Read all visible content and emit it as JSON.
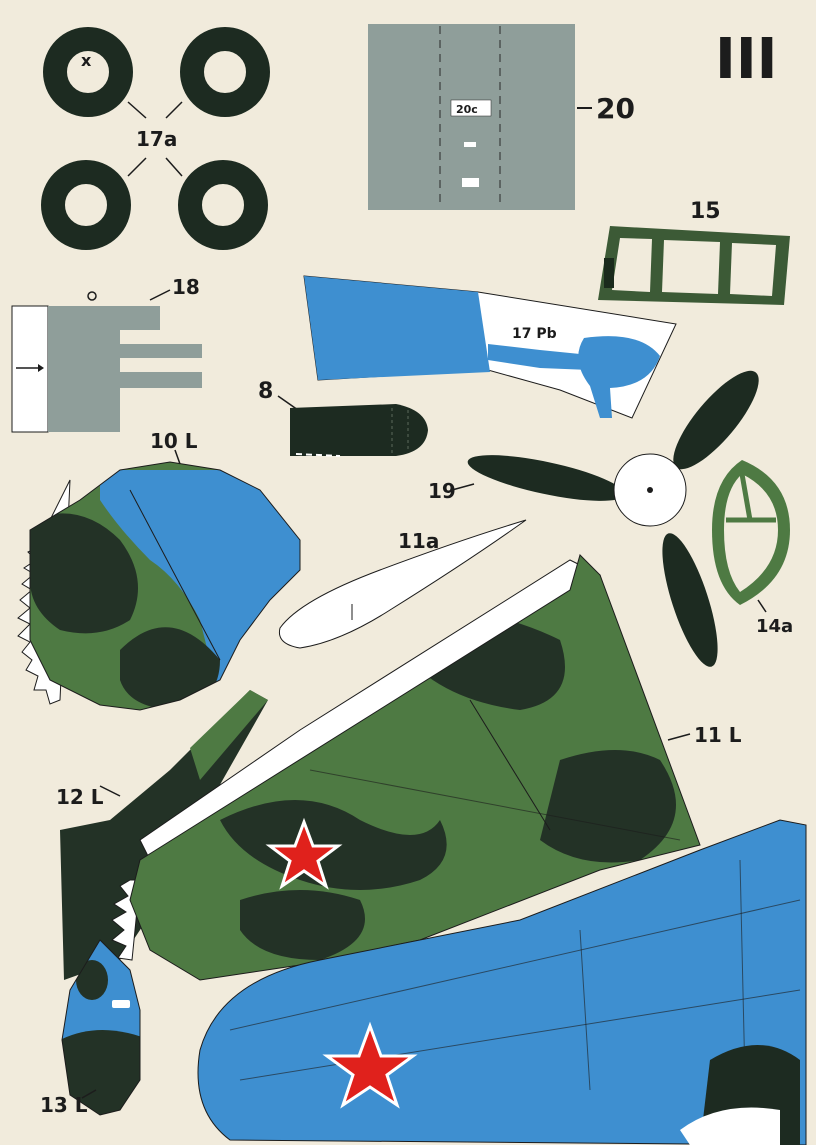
{
  "sheet": {
    "number": "III",
    "colors": {
      "paper": "#f1ebdc",
      "blue": "#3e8fd0",
      "grey": "#8f9e9a",
      "dark_green": "#233226",
      "mid_green": "#4e7a43",
      "red_star": "#e0211c",
      "ink": "#1c1c1c"
    }
  },
  "parts": {
    "p17a": "17a",
    "wheel_mark": "x",
    "p20": "20",
    "p20c": "20c",
    "p15": "15",
    "p18": "18",
    "p17pb": "17 Pb",
    "p8": "8",
    "p10l": "10 L",
    "p19": "19",
    "p14a": "14a",
    "p11a": "11a",
    "p11l": "11 L",
    "p12l": "12 L",
    "p13l": "13 L"
  }
}
